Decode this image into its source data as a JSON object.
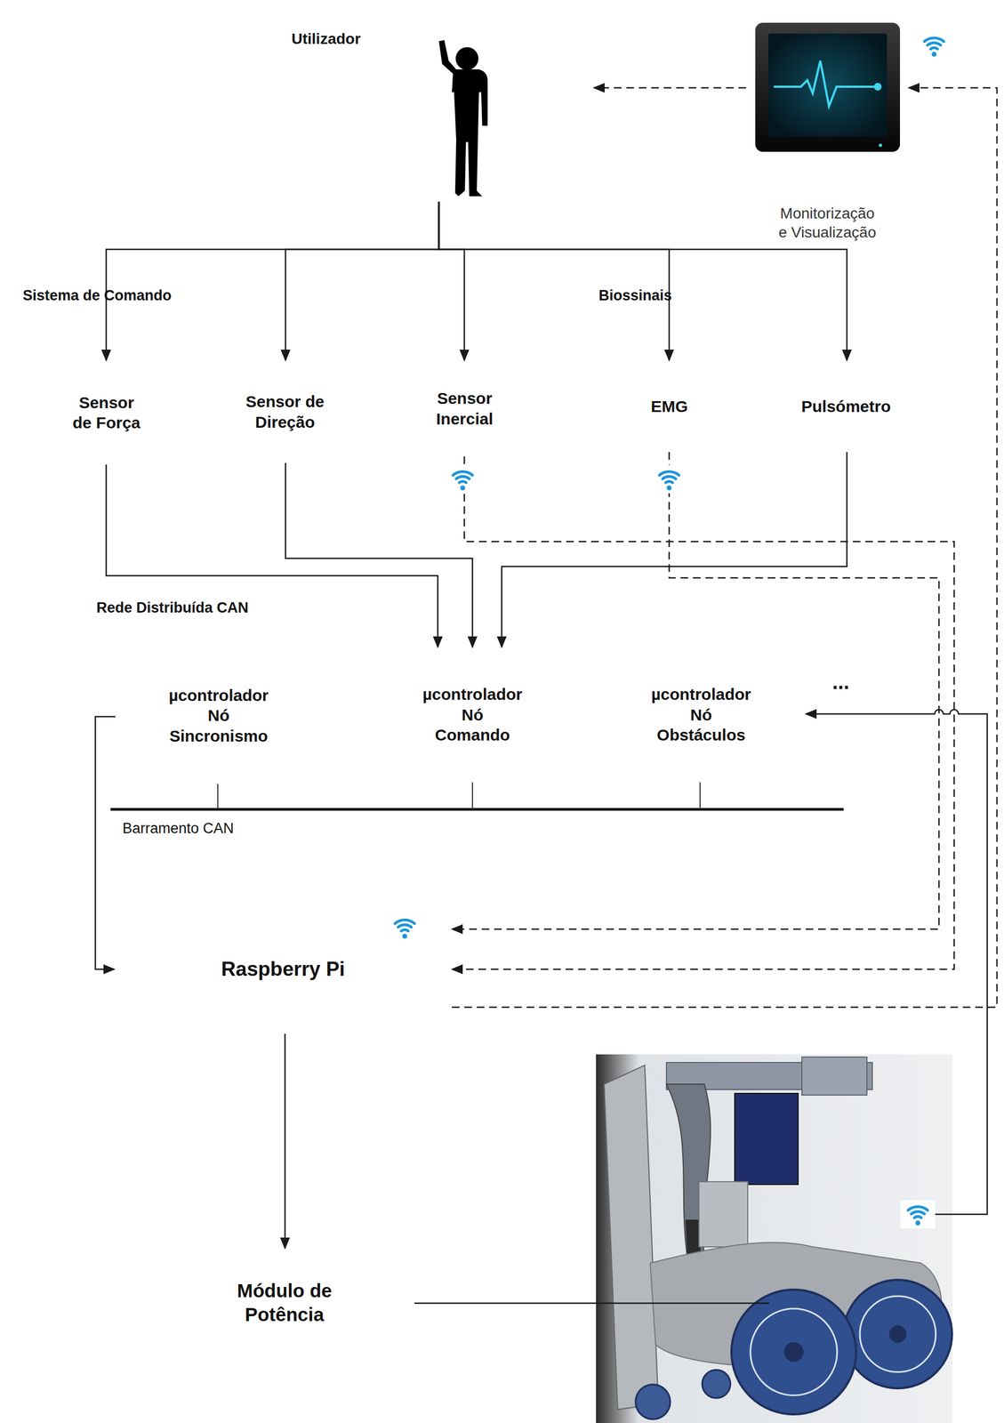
{
  "diagram": {
    "nodes": [
      {
        "text": [
          "Utilizador"
        ]
      },
      {
        "text": [
          "Monitorização e Visualização"
        ]
      },
      {
        "text": [
          "Sistema de Comando"
        ]
      },
      {
        "text": [
          "Sensor de Força"
        ],
        "in": 2
      },
      {
        "text": [
          "Sensor de Direção"
        ],
        "in": 2
      },
      {
        "text": [
          "Sensor Inercial"
        ],
        "in": 2
      },
      {
        "text": [
          "Biossinais"
        ]
      },
      {
        "text": [
          "EMG"
        ],
        "in": 6
      },
      {
        "text": [
          "Pulsómetro"
        ],
        "in": 6
      },
      {
        "text": [
          "Rede Distribuída CAN"
        ]
      },
      {
        "text": [
          "µcontrolador Nó Sincronismo"
        ],
        "in": 9
      },
      {
        "text": [
          "µcontrolador Nó Comando"
        ],
        "in": 9
      },
      {
        "text": [
          "µcontrolador Nó Obstáculos"
        ],
        "in": 9
      },
      {
        "text": [
          "Raspberry Pi"
        ]
      },
      {
        "text": [
          "Módulo de Potência"
        ]
      }
    ],
    "edges": [
      {
        "from": 0,
        "to": 3,
        "arrow": "to"
      },
      {
        "from": 0,
        "to": 4,
        "arrow": "to"
      },
      {
        "from": 0,
        "to": 5,
        "arrow": "to"
      },
      {
        "from": 0,
        "to": 7,
        "arrow": "to"
      },
      {
        "from": 0,
        "to": 8,
        "arrow": "to"
      },
      {
        "from": 3,
        "to": 11,
        "arrow": "to"
      },
      {
        "from": 4,
        "to": 11,
        "arrow": "to"
      },
      {
        "from": 8,
        "to": 11,
        "arrow": "to"
      },
      {
        "from": 5,
        "to": 13,
        "arrow": "to"
      },
      {
        "from": 7,
        "to": 13,
        "arrow": "to"
      },
      {
        "from": 13,
        "to": 1,
        "arrow": "to"
      },
      {
        "from": 1,
        "to": 0,
        "arrow": "to"
      },
      {
        "from": 10,
        "to": 13,
        "arrow": "to"
      },
      {
        "from": 13,
        "to": 14,
        "arrow": "to"
      }
    ],
    "labels": [
      "...",
      "Barramento CAN"
    ]
  }
}
